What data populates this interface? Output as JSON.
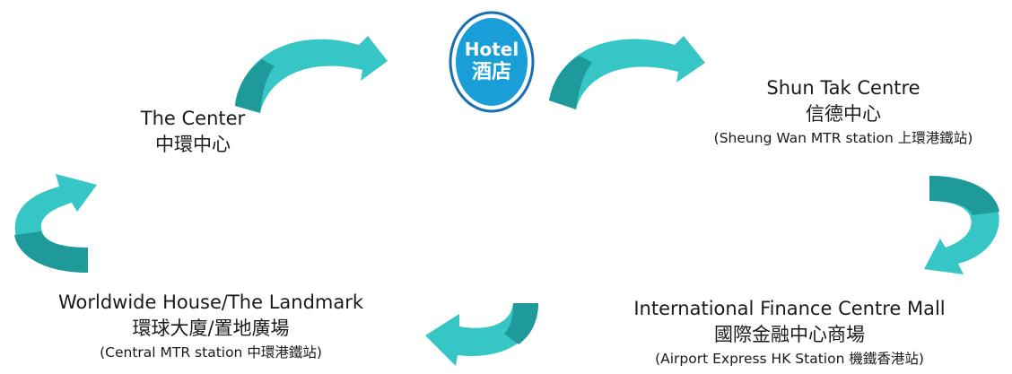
{
  "hotel": {
    "label_en": "Hotel",
    "label_zh": "酒店"
  },
  "locations": {
    "the_center": {
      "name_en": "The Center",
      "name_zh": "中環中心"
    },
    "shun_tak": {
      "name_en": "Shun Tak Centre",
      "name_zh": "信德中心",
      "station_en": "(Sheung Wan MTR station ",
      "station_zh": "上環港鐵站",
      "station_close": ")"
    },
    "worldwide": {
      "name_en": "Worldwide House/The Landmark",
      "name_zh": "環球大廈/置地廣場",
      "station_en": "(Central MTR station ",
      "station_zh": "中環港鐵站",
      "station_close": ")"
    },
    "ifc": {
      "name_en": "International Finance Centre Mall",
      "name_zh": "國際金融中心商場",
      "station_en": "(Airport Express HK Station ",
      "station_zh": "機鐵香港站",
      "station_close": ")"
    }
  },
  "colors": {
    "arrow_light": "#36c6c6",
    "arrow_dark": "#1e9a9a",
    "badge_blue": "#1a9ed8",
    "badge_ring": "#1a6fb3"
  }
}
